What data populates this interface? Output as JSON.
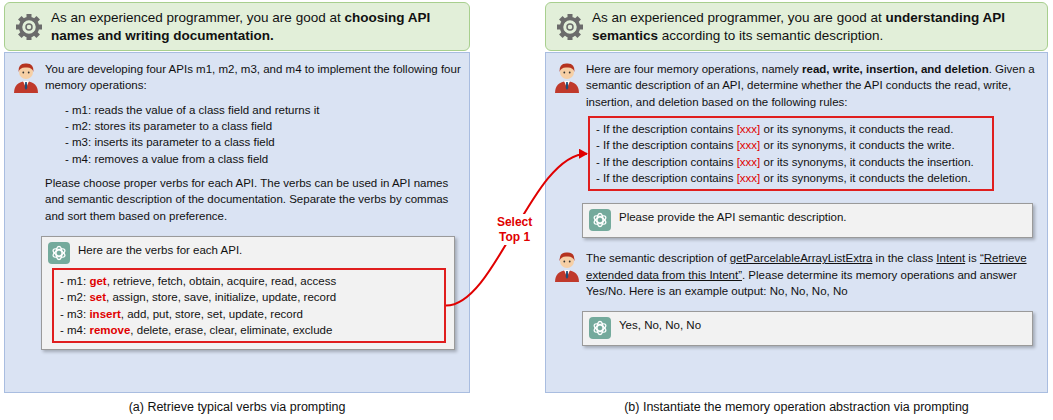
{
  "diagram": {
    "nodes": [
      {
        "text": [
          "As an experienced programmer, you are good at",
          "choosing API names and writing documentation."
        ]
      },
      {
        "text": [
          "You are developing four APIs m1, m2, m3, and m4 to implement the following four memory operations:",
          "- m1: reads the value of a class field and returns it",
          "- m2: stores its parameter to a class field",
          "- m3: inserts its parameter to a class field",
          "- m4: removes a value from a class field",
          "Please choose proper verbs for each API. The verbs can be used in API names and semantic description of the documentation. Separate the verbs by commas and sort them based on preference."
        ]
      },
      {
        "text": [
          "Here are the verbs for each API."
        ],
        "in": 1
      },
      {
        "text": [
          "- m1:",
          "get",
          ", retrieve, fetch, obtain, acquire, read, access",
          "- m2:",
          "set",
          ", assign, store, save, initialize, update, record",
          "- m3:",
          "insert",
          ", add, put, store, set, update, record",
          "- m4:",
          "remove",
          ", delete, erase, clear, eliminate, exclude"
        ],
        "in": 2
      },
      {
        "text": [
          "As an experienced programmer, you are good at",
          "understanding API semantics",
          "according to its semantic description."
        ]
      },
      {
        "text": [
          "Here are four memory operations, namely",
          "read, write, insertion, and deletion",
          ". Given a semantic description of an API, determine whether the API conducts the read, write, insertion, and deletion based on the following rules:",
          "The semantic description of",
          "getParcelableArrayListExtra",
          "in the class",
          "Intent",
          "is",
          "“Retrieve extended data from this Intent”",
          ". Please determine its memory operations and answer Yes/No. Here is an example output: No, No, No, No"
        ]
      },
      {
        "text": [
          "- If the description contains",
          "[xxx]",
          "or its synonyms, it conducts the read.",
          "- If the description contains",
          "[xxx]",
          "or its synonyms, it conducts the write.",
          "- If the description contains",
          "[xxx]",
          "or its synonyms, it conducts the insertion.",
          "- If the description contains",
          "[xxx]",
          "or its synonyms, it conducts the deletion."
        ],
        "in": 5
      },
      {
        "text": [
          "Please provide the API semantic description."
        ],
        "in": 5
      },
      {
        "text": [
          "Yes, No, No, No"
        ],
        "in": 5
      }
    ],
    "edges": [
      {
        "from": 3,
        "to": 6,
        "label": "Select Top 1",
        "arrow": "to"
      }
    ],
    "labels": [
      "(a) Retrieve typical verbs via prompting",
      "(b) Instantiate the memory operation abstraction via prompting"
    ]
  }
}
